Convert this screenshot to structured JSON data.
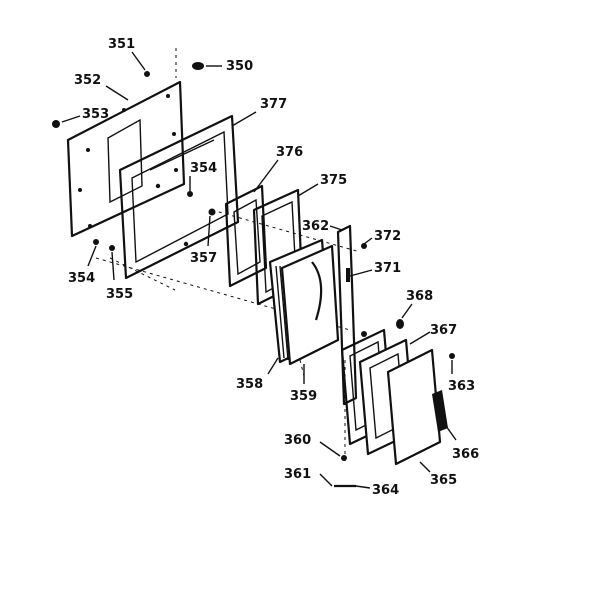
{
  "colors": {
    "ink": "#111111",
    "paper": "#ffffff"
  },
  "labels": {
    "p350": "350",
    "p351": "351",
    "p352": "352",
    "p353": "353",
    "p354a": "354",
    "p354b": "354",
    "p355": "355",
    "p357": "357",
    "p358": "358",
    "p359": "359",
    "p360": "360",
    "p361": "361",
    "p362": "362",
    "p363": "363",
    "p364": "364",
    "p365": "365",
    "p366": "366",
    "p367": "367",
    "p368": "368",
    "p371": "371",
    "p372": "372",
    "p375": "375",
    "p376": "376",
    "p377": "377"
  }
}
